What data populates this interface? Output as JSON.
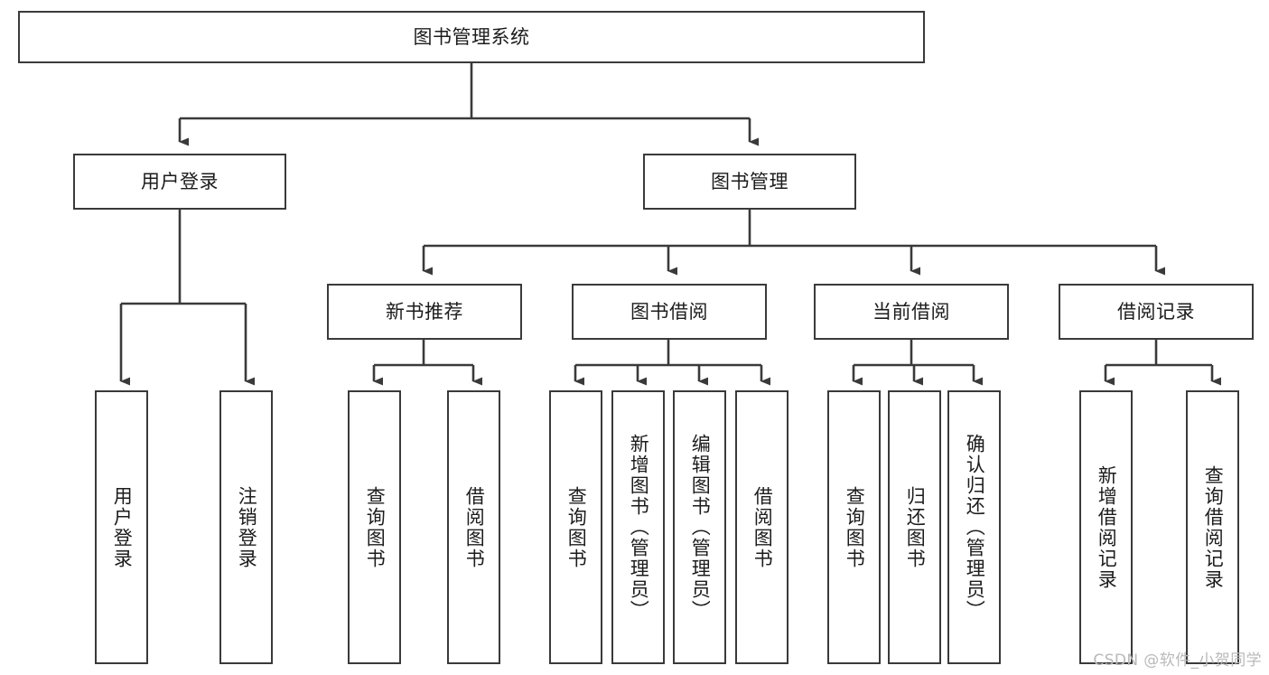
{
  "diagram": {
    "title_node": {
      "label": "图书管理系统",
      "orientation": "horizontal"
    },
    "level2": [
      {
        "id": "user-login",
        "label": "用户登录"
      },
      {
        "id": "book-management",
        "label": "图书管理"
      }
    ],
    "level3": [
      {
        "id": "new-book-recommend",
        "label": "新书推荐"
      },
      {
        "id": "book-borrow",
        "label": "图书借阅"
      },
      {
        "id": "current-borrow",
        "label": "当前借阅"
      },
      {
        "id": "borrow-record",
        "label": "借阅记录"
      }
    ],
    "leaves": {
      "user_login": [
        {
          "id": "leaf-user-login",
          "label": "用户登录"
        },
        {
          "id": "leaf-logout-login",
          "label": "注销登录"
        }
      ],
      "new_book_recommend": [
        {
          "id": "leaf-query-book-1",
          "label": "查询图书"
        },
        {
          "id": "leaf-borrow-book-1",
          "label": "借阅图书"
        }
      ],
      "book_borrow": [
        {
          "id": "leaf-query-book-2",
          "label": "查询图书"
        },
        {
          "id": "leaf-add-book",
          "label": "新增图书（管理员）"
        },
        {
          "id": "leaf-edit-book",
          "label": "编辑图书（管理员）"
        },
        {
          "id": "leaf-borrow-book-2",
          "label": "借阅图书"
        }
      ],
      "current_borrow": [
        {
          "id": "leaf-query-book-3",
          "label": "查询图书"
        },
        {
          "id": "leaf-return-book",
          "label": "归还图书"
        },
        {
          "id": "leaf-confirm-return",
          "label": "确认归还（管理员）"
        }
      ],
      "borrow_record": [
        {
          "id": "leaf-add-record",
          "label": "新增借阅记录"
        },
        {
          "id": "leaf-query-record",
          "label": "查询借阅记录"
        }
      ]
    },
    "watermark": "CSDN @软件_小贺同学",
    "colors": {
      "box_border": "#3a3a3a",
      "connector": "#3a3a3a",
      "text": "#1c1c1c",
      "background": "#ffffff",
      "watermark": "#b9b9b9"
    }
  }
}
